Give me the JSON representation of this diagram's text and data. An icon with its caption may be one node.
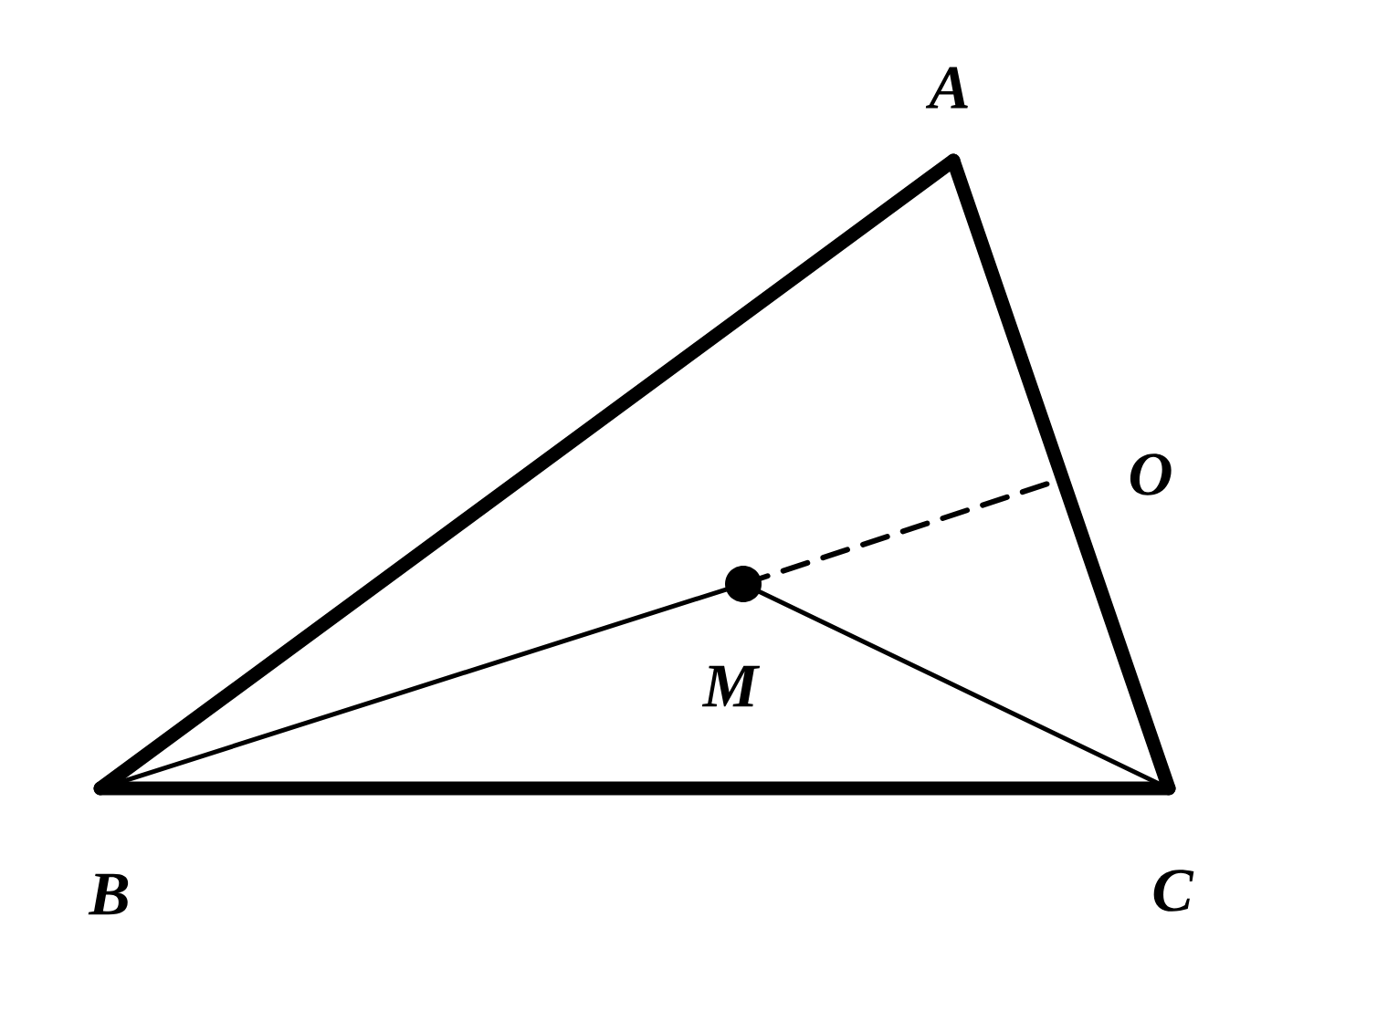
{
  "diagram": {
    "nodes": [
      {
        "text": [
          "A"
        ]
      },
      {
        "text": [
          "B"
        ]
      },
      {
        "text": [
          "C"
        ]
      },
      {
        "text": [
          "M"
        ]
      },
      {
        "text": [
          "O"
        ]
      }
    ],
    "edges": [
      {
        "from": 1,
        "to": 0,
        "arrow": "none",
        "style": "thick"
      },
      {
        "from": 0,
        "to": 2,
        "arrow": "none",
        "style": "thick"
      },
      {
        "from": 1,
        "to": 2,
        "arrow": "none",
        "style": "thick"
      },
      {
        "from": 1,
        "to": 3,
        "arrow": "none"
      },
      {
        "from": 3,
        "to": 2,
        "arrow": "none"
      },
      {
        "from": 3,
        "to": 4,
        "arrow": "none",
        "style": "dashed"
      }
    ]
  }
}
